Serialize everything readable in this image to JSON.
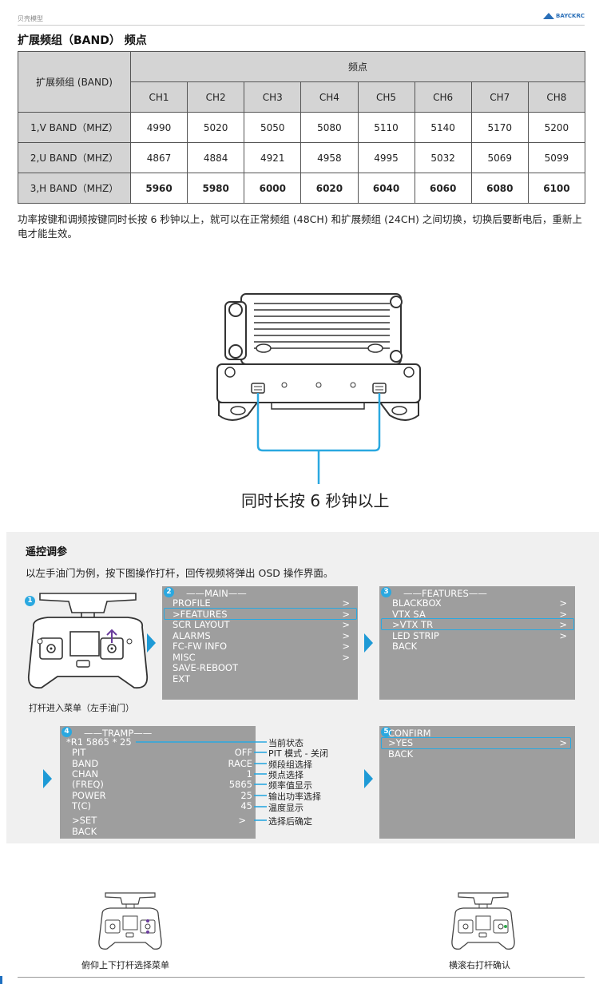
{
  "header": {
    "brand": "贝壳模型",
    "logo_text": "BAYCKRC"
  },
  "band_section": {
    "title": "扩展频组（BAND）  频点",
    "table": {
      "row_header": "扩展频组 (BAND)",
      "freq_header": "频点",
      "channels": [
        "CH1",
        "CH2",
        "CH3",
        "CH4",
        "CH5",
        "CH6",
        "CH7",
        "CH8"
      ],
      "rows": [
        {
          "band": "1,V BAND（MHZ）",
          "values": [
            "4990",
            "5020",
            "5050",
            "5080",
            "5110",
            "5140",
            "5170",
            "5200"
          ]
        },
        {
          "band": "2,U BAND（MHZ）",
          "values": [
            "4867",
            "4884",
            "4921",
            "4958",
            "4995",
            "5032",
            "5069",
            "5099"
          ]
        },
        {
          "band": "3,H BAND（MHZ）",
          "values": [
            "5960",
            "5980",
            "6000",
            "6020",
            "6040",
            "6060",
            "6080",
            "6100"
          ]
        }
      ]
    },
    "note": "功率按键和调频按键同时长按 6 秒钟以上，就可以在正常频组 (48CH) 和扩展频组 (24CH) 之间切换，切换后要断电后，重新上电才能生效。",
    "image_caption": "同时长按 6 秒钟以上"
  },
  "remote_section": {
    "title": "遥控调参",
    "desc": "以左手油门为例，按下图操作打杆，回传视频将弹出 OSD 操作界面。",
    "step1_caption": "打杆进入菜单（左手油门）",
    "step2": {
      "num": "2",
      "title": "——MAIN——",
      "items": [
        "PROFILE",
        ">FEATURES",
        "SCR LAYOUT",
        "ALARMS",
        "FC-FW INFO",
        "MISC",
        "SAVE-REBOOT",
        "EXT"
      ],
      "arrows": [
        ">",
        ">",
        ">",
        ">",
        ">",
        ">",
        "",
        ""
      ]
    },
    "step3": {
      "num": "3",
      "title": "——FEATURES——",
      "items": [
        "BLACKBOX",
        "VTX SA",
        ">VTX TR",
        "LED STRIP",
        "BACK"
      ],
      "arrows": [
        ">",
        ">",
        ">",
        ">",
        ""
      ]
    },
    "step4": {
      "num": "4",
      "title": "——TRAMP——",
      "status": "*R1 5865 * 25",
      "items": [
        {
          "label": "PIT",
          "value": "OFF"
        },
        {
          "label": "BAND",
          "value": "RACE"
        },
        {
          "label": "CHAN",
          "value": "1"
        },
        {
          "label": "(FREQ)",
          "value": "5865"
        },
        {
          "label": "POWER",
          "value": "25"
        },
        {
          "label": "T(C)",
          "value": "45"
        },
        {
          "label": ">SET",
          "value": ">"
        },
        {
          "label": "BACK",
          "value": ""
        }
      ],
      "annotations": [
        "当前状态",
        "PIT 模式 - 关闭",
        "频段组选择",
        "频点选择",
        "频率值显示",
        "输出功率选择",
        "温度显示",
        "选择后确定"
      ]
    },
    "step5": {
      "num": "5",
      "title": "CONFIRM",
      "items": [
        ">YES",
        "BACK"
      ],
      "arrows": [
        ">",
        ""
      ]
    },
    "bottom_left_caption": "俯仰上下打杆选择菜单",
    "bottom_right_caption": "横滚右打杆确认"
  }
}
